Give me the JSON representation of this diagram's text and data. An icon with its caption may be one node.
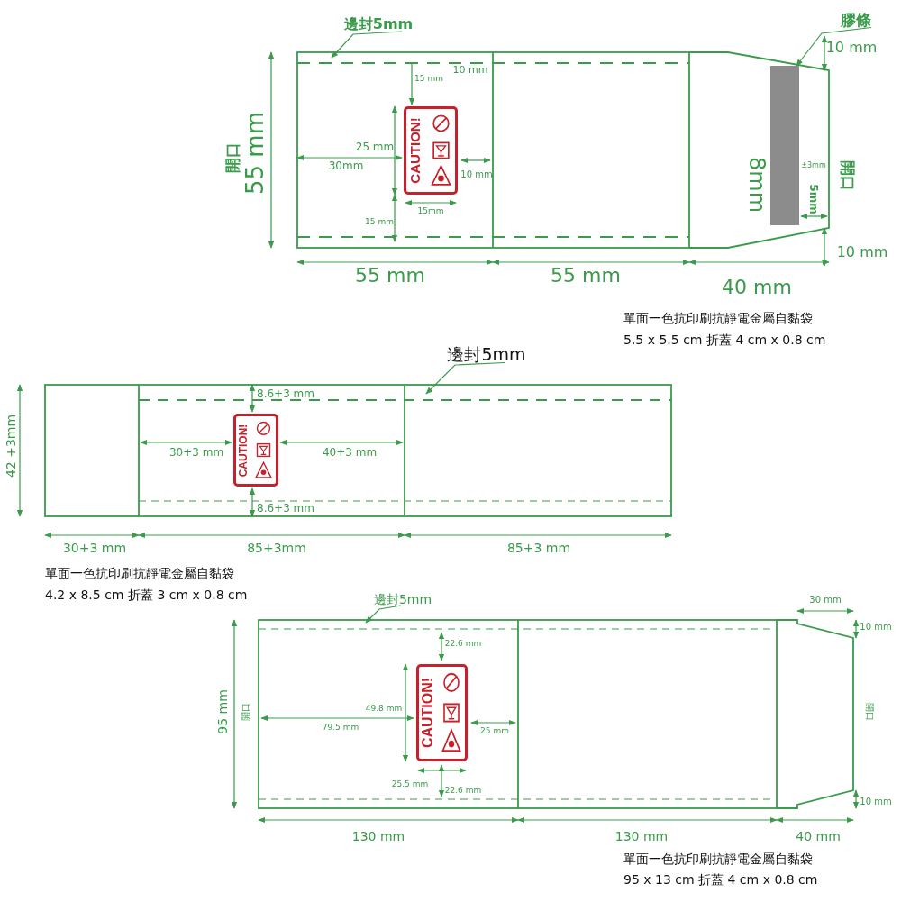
{
  "diagram": {
    "nodes": [
      {
        "text": [
          "邊封5mm"
        ]
      },
      {
        "text": [
          "膠條"
        ]
      },
      {
        "text": [],
        "shape": "bar",
        "beside": [
          "8mm",
          "±3mm"
        ]
      },
      {
        "text": [
          "CAUTION!"
        ]
      },
      {
        "text": [
          "邊封5mm"
        ]
      },
      {
        "text": [
          "CAUTION!"
        ]
      },
      {
        "text": [
          "邊封5mm"
        ]
      },
      {
        "text": [
          "CAUTION!"
        ]
      }
    ],
    "edges": [
      {
        "from": 0,
        "to": null,
        "arrow": "to"
      },
      {
        "from": 1,
        "to": 2,
        "arrow": "to"
      },
      {
        "from": 4,
        "to": null,
        "arrow": "to"
      },
      {
        "from": 6,
        "to": null,
        "arrow": "to"
      }
    ],
    "labels": [
      "10 mm",
      "10 mm",
      "15 mm",
      "開口",
      "55 mm",
      "25 mm",
      "30mm",
      "10 mm",
      "5mm",
      "開口",
      "15mm",
      "15 mm",
      "10 mm",
      "55 mm",
      "55 mm",
      "40 mm",
      "單面一色抗印刷抗靜電金屬自黏袋",
      "5.5 x 5.5 cm 折蓋 4 cm x 0.8 cm",
      "8.6+3 mm",
      "42 +3mm",
      "30+3 mm",
      "40+3 mm",
      "8.6+3 mm",
      "30+3 mm",
      "85+3mm",
      "85+3 mm",
      "單面一色抗印刷抗靜電金屬自黏袋",
      "4.2 x 8.5 cm 折蓋 3 cm x 0.8 cm",
      "30 mm",
      "10 mm",
      "22.6 mm",
      "95 mm",
      "開口",
      "49.8 mm",
      "79.5 mm",
      "25 mm",
      "開口",
      "25.5 mm",
      "22.6 mm",
      "10 mm",
      "130 mm",
      "130 mm",
      "40 mm",
      "單面一色抗印刷抗靜電金屬自黏袋",
      "95 x 13 cm 折蓋 4 cm x 0.8 cm"
    ]
  }
}
